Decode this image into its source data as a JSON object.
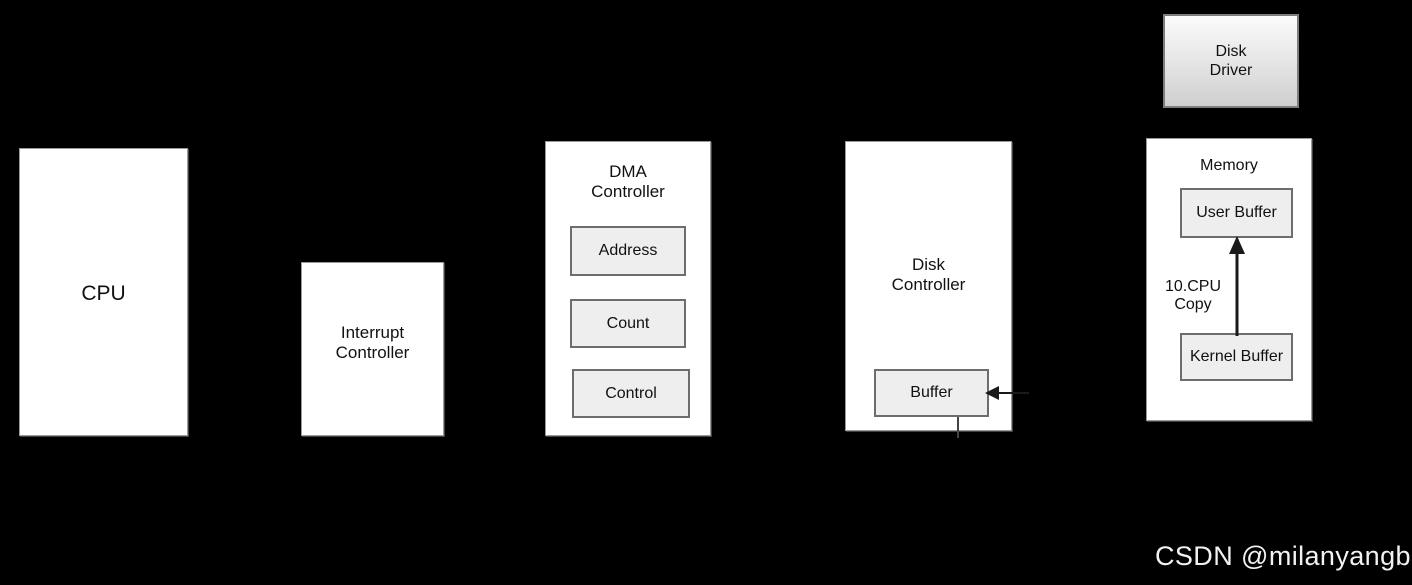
{
  "diagram": {
    "title_present": false,
    "background_color": "#000000",
    "box_fill": "#ffffff",
    "inner_box_fill": "#eeeeee",
    "stroke_color": "#6d6d6d",
    "nodes": {
      "cpu": {
        "label": "CPU"
      },
      "interrupt_controller": {
        "label": "Interrupt\nController"
      },
      "dma_controller": {
        "label": "DMA\nController",
        "registers": [
          {
            "label": "Address"
          },
          {
            "label": "Count"
          },
          {
            "label": "Control"
          }
        ]
      },
      "disk_controller": {
        "label": "Disk\nController",
        "buffer": {
          "label": "Buffer"
        }
      },
      "disk_driver": {
        "label": "Disk\nDriver"
      },
      "memory": {
        "label": "Memory",
        "user_buffer": {
          "label": "User Buffer"
        },
        "kernel_buffer": {
          "label": "Kernel Buffer"
        }
      }
    },
    "edges": [
      {
        "name": "cpu-copy",
        "label": "10.CPU\nCopy",
        "from": "kernel_buffer",
        "to": "user_buffer"
      },
      {
        "name": "into-disk-buffer",
        "label": "",
        "from": "bus",
        "to": "disk_controller_buffer"
      },
      {
        "name": "disk-buffer-down",
        "label": "",
        "from": "disk_controller_buffer",
        "to": "bus"
      }
    ]
  },
  "watermark": {
    "text": "CSDN @milanyangbo",
    "color": "#f2f2f2"
  }
}
